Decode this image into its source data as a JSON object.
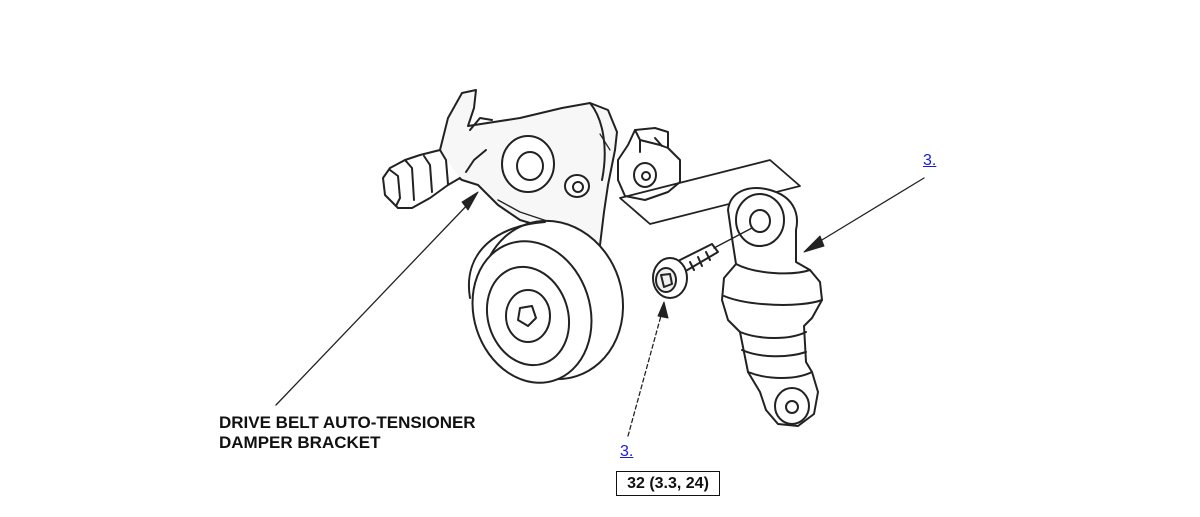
{
  "labels": {
    "part_line1": "DRIVE BELT AUTO-TENSIONER",
    "part_line2": "DAMPER BRACKET"
  },
  "links": {
    "top_step": "3.",
    "bottom_step": "3."
  },
  "torque_spec": "32 (3.3, 24)",
  "colors": {
    "line": "#222222",
    "link": "#1a1ae0",
    "shade": "#e6e6e6"
  }
}
